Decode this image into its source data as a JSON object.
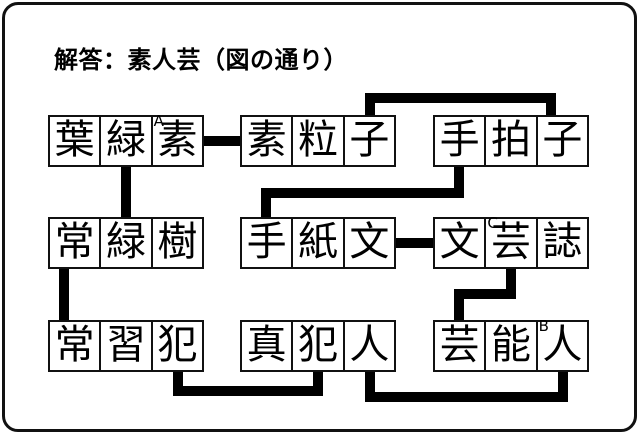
{
  "figure": {
    "title": "解答：素人芸（図の通り）",
    "answer": "素人芸",
    "line_color": "#000000",
    "background_color": "#ffffff"
  },
  "boxes": [
    {
      "word": "葉緑素",
      "chars": [
        "葉",
        "緑",
        "素"
      ],
      "row": 0,
      "col": 0,
      "markers": {
        "2": "A"
      }
    },
    {
      "word": "素粒子",
      "chars": [
        "素",
        "粒",
        "子"
      ],
      "row": 0,
      "col": 1,
      "markers": {}
    },
    {
      "word": "手拍子",
      "chars": [
        "手",
        "拍",
        "子"
      ],
      "row": 0,
      "col": 2,
      "markers": {}
    },
    {
      "word": "常緑樹",
      "chars": [
        "常",
        "緑",
        "樹"
      ],
      "row": 1,
      "col": 0,
      "markers": {}
    },
    {
      "word": "手紙文",
      "chars": [
        "手",
        "紙",
        "文"
      ],
      "row": 1,
      "col": 1,
      "markers": {}
    },
    {
      "word": "文芸誌",
      "chars": [
        "文",
        "芸",
        "誌"
      ],
      "row": 1,
      "col": 2,
      "markers": {
        "1": "C"
      }
    },
    {
      "word": "常習犯",
      "chars": [
        "常",
        "習",
        "犯"
      ],
      "row": 2,
      "col": 0,
      "markers": {}
    },
    {
      "word": "真犯人",
      "chars": [
        "真",
        "犯",
        "人"
      ],
      "row": 2,
      "col": 1,
      "markers": {}
    },
    {
      "word": "芸能人",
      "chars": [
        "芸",
        "能",
        "人"
      ],
      "row": 2,
      "col": 2,
      "markers": {
        "2": "B"
      }
    }
  ],
  "connections": [
    {
      "from": "葉緑素.素",
      "to": "素粒子.素",
      "shared_char": "素"
    },
    {
      "from": "葉緑素.緑",
      "to": "常緑樹.緑",
      "shared_char": "緑"
    },
    {
      "from": "素粒子.子",
      "to": "手拍子.子",
      "shared_char": "子"
    },
    {
      "from": "手拍子.手",
      "to": "手紙文.手",
      "shared_char": "手"
    },
    {
      "from": "手紙文.文",
      "to": "文芸誌.文",
      "shared_char": "文"
    },
    {
      "from": "文芸誌.芸",
      "to": "芸能人.芸",
      "shared_char": "芸"
    },
    {
      "from": "常緑樹.常",
      "to": "常習犯.常",
      "shared_char": "常"
    },
    {
      "from": "常習犯.犯",
      "to": "真犯人.犯",
      "shared_char": "犯"
    },
    {
      "from": "真犯人.人",
      "to": "芸能人.人",
      "shared_char": "人"
    }
  ]
}
